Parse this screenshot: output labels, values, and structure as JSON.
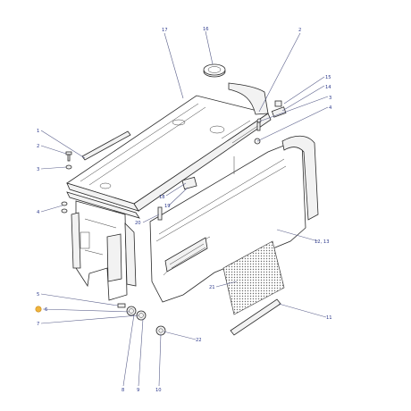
{
  "callouts": {
    "c17": "17",
    "c16": "16",
    "c2a": "2",
    "c15": "15",
    "c14": "14",
    "c3a": "3",
    "c4a": "4",
    "c1": "1",
    "c2b": "2",
    "c3b": "3",
    "c4b": "4",
    "c18": "18",
    "c19": "19",
    "c20": "20",
    "c12": "12, 13",
    "c21": "21",
    "c5": "5",
    "c6": "6",
    "c7": "7",
    "c11": "11",
    "c22": "22",
    "c8": "8",
    "c9": "9",
    "c10": "10"
  },
  "colors": {
    "callout_text": "#2d3a8c",
    "leader_line": "#5a5f8a",
    "highlight_marker": "#f0b43c"
  }
}
